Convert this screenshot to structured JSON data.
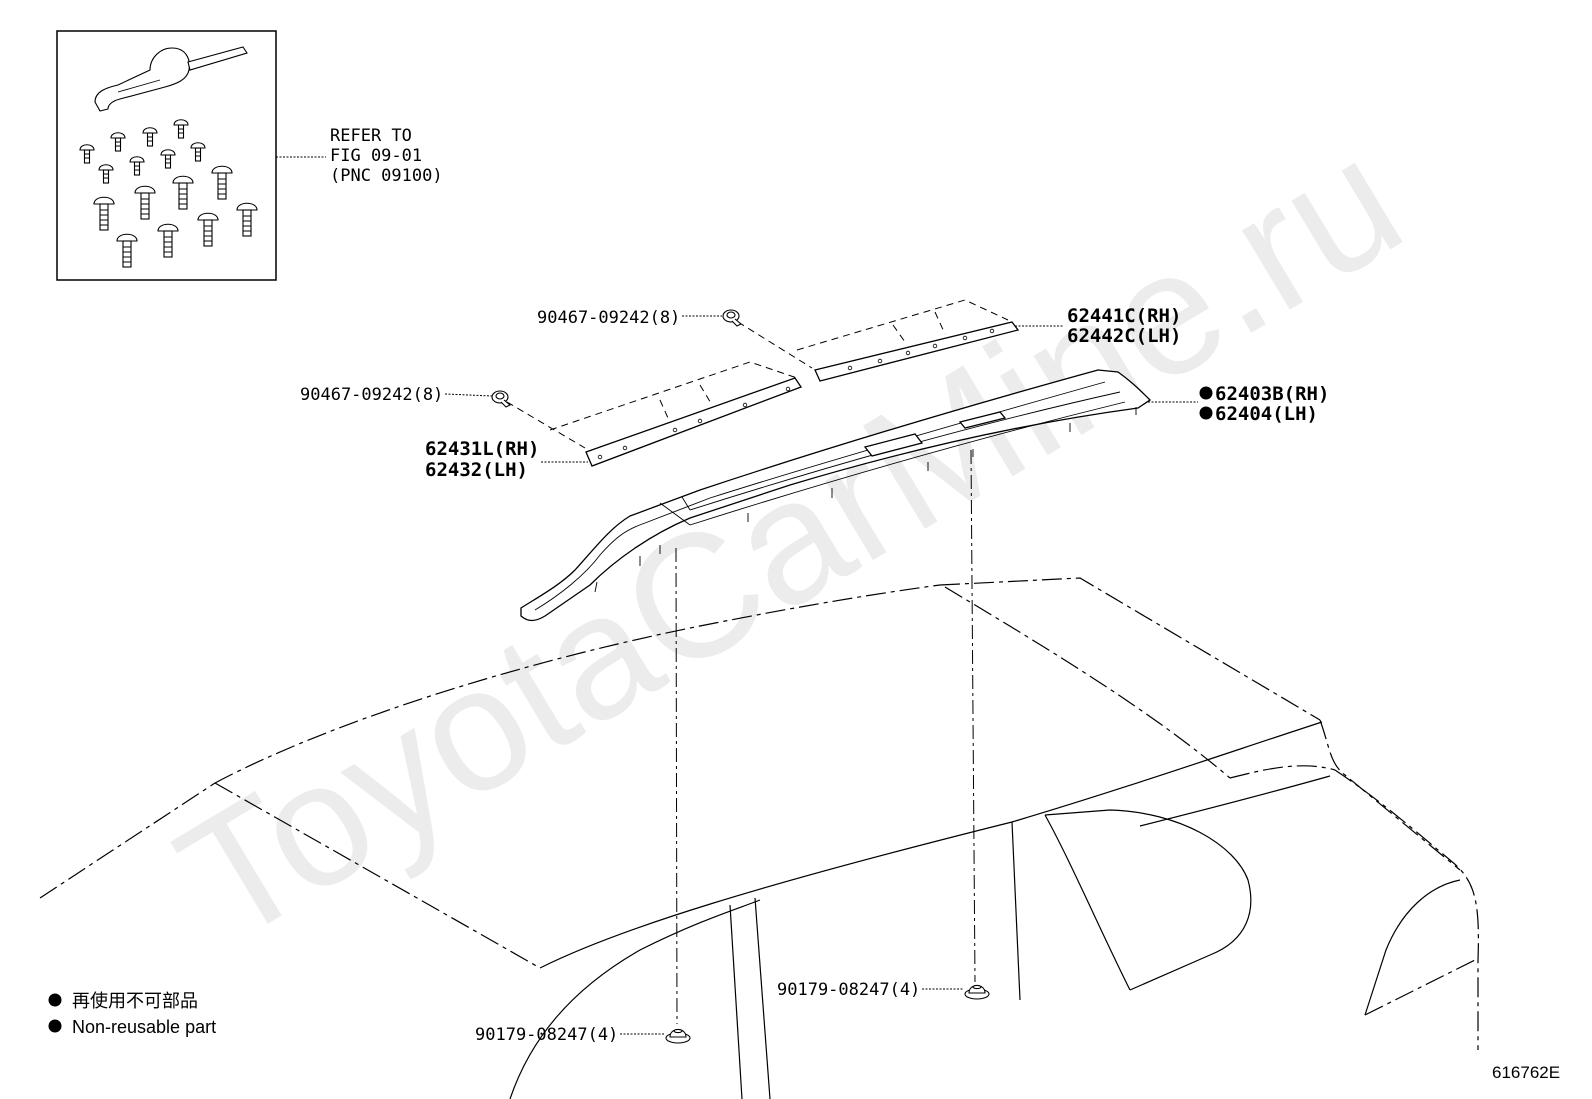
{
  "reference_note": {
    "line1": "REFER TO",
    "line2": "FIG 09-01",
    "line3": "(PNC 09100)"
  },
  "callouts": {
    "clip_upper": "90467-09242(8)",
    "clip_lower": "90467-09242(8)",
    "front_strip": {
      "rh": "62441C(RH)",
      "lh": "62442C(LH)"
    },
    "roof_rail": {
      "rh": "62403B(RH)",
      "lh": "62404(LH)",
      "non_reusable": true
    },
    "rear_strip": {
      "rh": "62431L(RH)",
      "lh": "62432(LH)"
    },
    "nut_right": "90179-08247(4)",
    "nut_left": "90179-08247(4)"
  },
  "legend": {
    "japanese": "再使用不可部品",
    "english": "Non-reusable part"
  },
  "illustration_number": "616762E",
  "watermark": "ToyotaCarMine.ru"
}
